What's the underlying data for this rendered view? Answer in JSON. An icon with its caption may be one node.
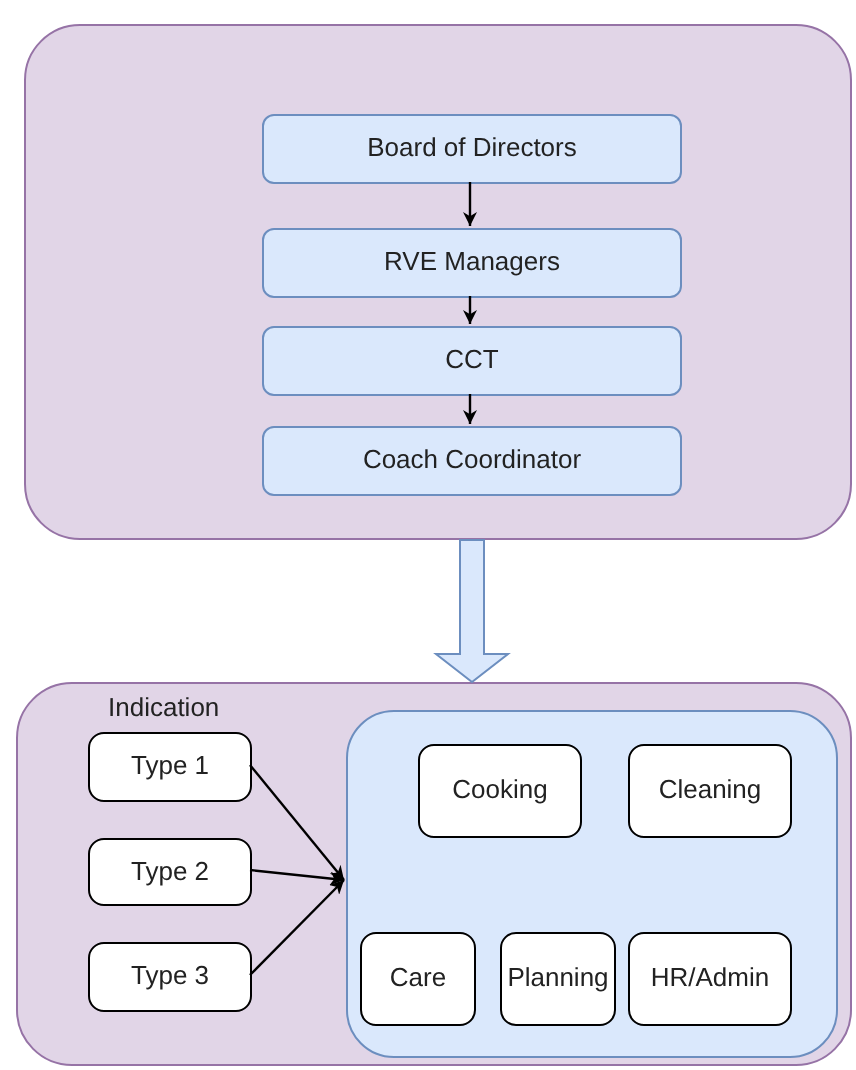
{
  "diagram": {
    "nodes": [
      {
        "text": [],
        "shape": "box"
      },
      {
        "text": [
          "Board of Directors"
        ],
        "in": 0
      },
      {
        "text": [
          "RVE Managers"
        ],
        "in": 0
      },
      {
        "text": [
          "CCT"
        ],
        "in": 0
      },
      {
        "text": [
          "Coach Coordinator"
        ],
        "in": 0
      },
      {
        "text": [
          "Indication"
        ]
      },
      {
        "text": [
          "Type 1"
        ],
        "in": 5
      },
      {
        "text": [
          "Type 2"
        ],
        "in": 5
      },
      {
        "text": [
          "Type 3"
        ],
        "in": 5
      },
      {
        "text": [],
        "shape": "box",
        "in": 5
      },
      {
        "text": [
          "Cooking"
        ],
        "in": 9
      },
      {
        "text": [
          "Cleaning"
        ],
        "in": 9
      },
      {
        "text": [
          "Care"
        ],
        "in": 9
      },
      {
        "text": [
          "Planning"
        ],
        "in": 9
      },
      {
        "text": [
          "HR/Admin"
        ],
        "in": 9
      }
    ],
    "edges": [
      {
        "from": 1,
        "to": 2,
        "arrow": "to"
      },
      {
        "from": 2,
        "to": 3,
        "arrow": "to"
      },
      {
        "from": 3,
        "to": 4,
        "arrow": "to"
      },
      {
        "from": 0,
        "to": 5,
        "arrow": "to",
        "style": "thick",
        "color": "#dae8fc"
      },
      {
        "from": 6,
        "to": 9,
        "arrow": "to"
      },
      {
        "from": 7,
        "to": 9,
        "arrow": "to"
      },
      {
        "from": 8,
        "to": 9,
        "arrow": "to"
      }
    ]
  }
}
